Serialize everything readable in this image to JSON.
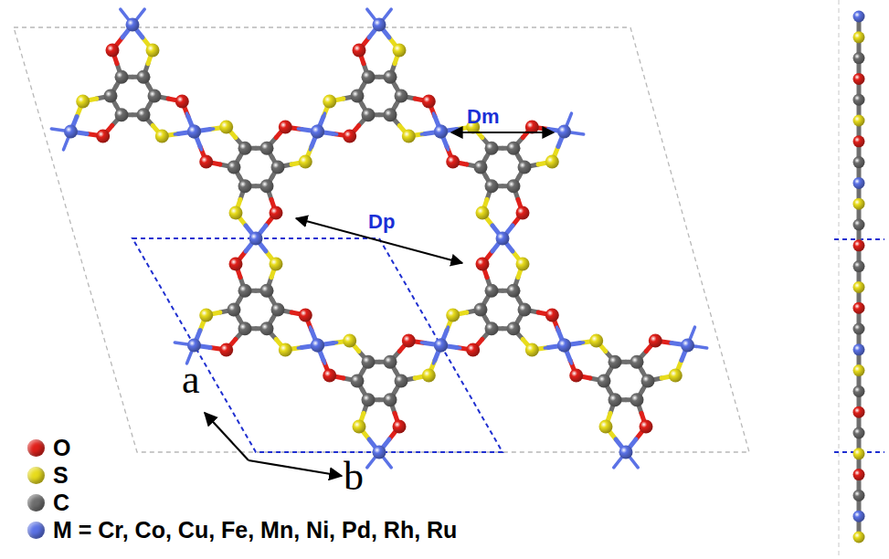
{
  "diagram": {
    "labels": [
      "Dm",
      "Dp",
      "a",
      "b"
    ],
    "legend": [
      {
        "text": "O",
        "color": "#e0201a"
      },
      {
        "text": "S",
        "color": "#e8dc1c"
      },
      {
        "text": "C",
        "color": "#6e6e6e"
      },
      {
        "text": "M = Cr, Co, Cu, Fe, Mn, Ni, Pd, Rh, Ru",
        "color": "#5b72e6"
      }
    ]
  }
}
